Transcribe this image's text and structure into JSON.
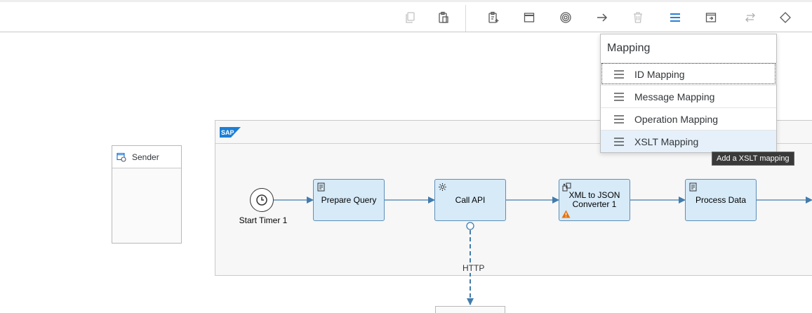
{
  "toolbar": {
    "buttons": [
      {
        "icon": "copy-icon",
        "state": "disabled"
      },
      {
        "icon": "paste-icon",
        "state": "enabled"
      },
      {
        "icon": "add-clipboard-icon",
        "state": "enabled"
      },
      {
        "icon": "window-icon",
        "state": "enabled"
      },
      {
        "icon": "target-icon",
        "state": "enabled"
      },
      {
        "icon": "arrow-right-icon",
        "state": "enabled"
      },
      {
        "icon": "delete-icon",
        "state": "disabled"
      },
      {
        "icon": "mapping-menu-icon",
        "state": "active"
      },
      {
        "icon": "call-icon",
        "state": "enabled"
      },
      {
        "icon": "exchange-icon",
        "state": "disabled"
      },
      {
        "icon": "gateway-icon",
        "state": "enabled"
      }
    ]
  },
  "sender": {
    "label": "Sender"
  },
  "pool": {
    "logo": "SAP"
  },
  "timer": {
    "label": "Start Timer 1"
  },
  "steps": [
    {
      "label": "Prepare Query",
      "icon": "script-icon"
    },
    {
      "label": "Call API",
      "icon": "gear-icon"
    },
    {
      "label": "XML to JSON Converter 1",
      "icon": "converter-icon",
      "warning": true
    },
    {
      "label": "Process Data",
      "icon": "script-icon"
    }
  ],
  "connection": {
    "label": "HTTP"
  },
  "menu": {
    "title": "Mapping",
    "items": [
      {
        "label": "ID Mapping",
        "icon": "menu-lines-icon"
      },
      {
        "label": "Message Mapping",
        "icon": "menu-lines-icon"
      },
      {
        "label": "Operation Mapping",
        "icon": "menu-lines-icon"
      },
      {
        "label": "XSLT Mapping",
        "icon": "menu-lines-icon"
      }
    ]
  },
  "tooltip": {
    "text": "Add a XSLT mapping"
  },
  "colors": {
    "accent": "#0a6ed1",
    "step_fill": "#d6eaf8",
    "step_border": "#5d8fb8",
    "warning": "#e9730c",
    "flow": "#427cac"
  }
}
